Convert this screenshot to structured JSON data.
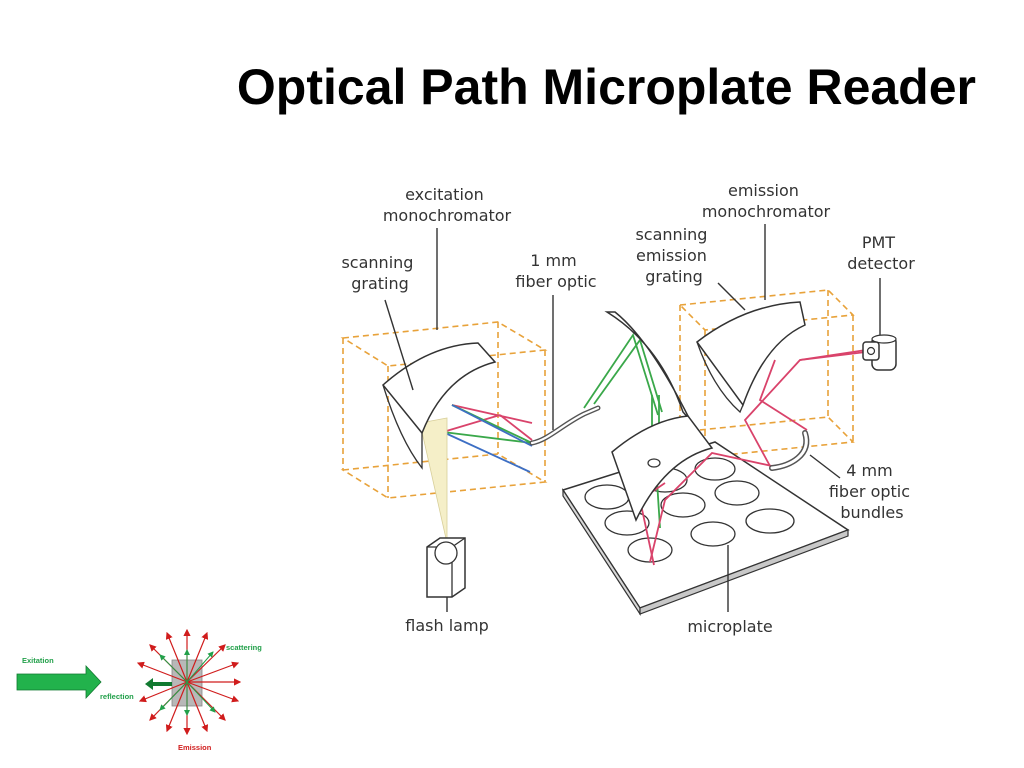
{
  "slide": {
    "title": "Optical Path Microplate Reader"
  },
  "diagram": {
    "labels": {
      "excitation_monochromator": [
        "excitation",
        "monochromator"
      ],
      "scanning_grating": [
        "scanning",
        "grating"
      ],
      "fiber_1mm": [
        "1 mm",
        "fiber optic"
      ],
      "scanning_emission_grating": [
        "scanning",
        "emission",
        "grating"
      ],
      "emission_monochromator": [
        "emission",
        "monochromator"
      ],
      "pmt_detector": [
        "PMT",
        "detector"
      ],
      "fiber_4mm": [
        "4 mm",
        "fiber optic",
        "bundles"
      ],
      "flash_lamp": [
        "flash lamp"
      ],
      "microplate": [
        "microplate"
      ]
    },
    "beam_colors": {
      "red": "#d9436b",
      "green": "#3aa84a",
      "blue": "#3d6fc4",
      "box_outline": "#e8a23a"
    }
  },
  "inset": {
    "excitation_label": "Exitation",
    "scattering_label": "scattering",
    "reflection_label": "reflection",
    "emission_label": "Emission",
    "arrow_color": "#22b24c",
    "ray_color": "#d01c1c",
    "scatter_color": "#22a04a"
  }
}
